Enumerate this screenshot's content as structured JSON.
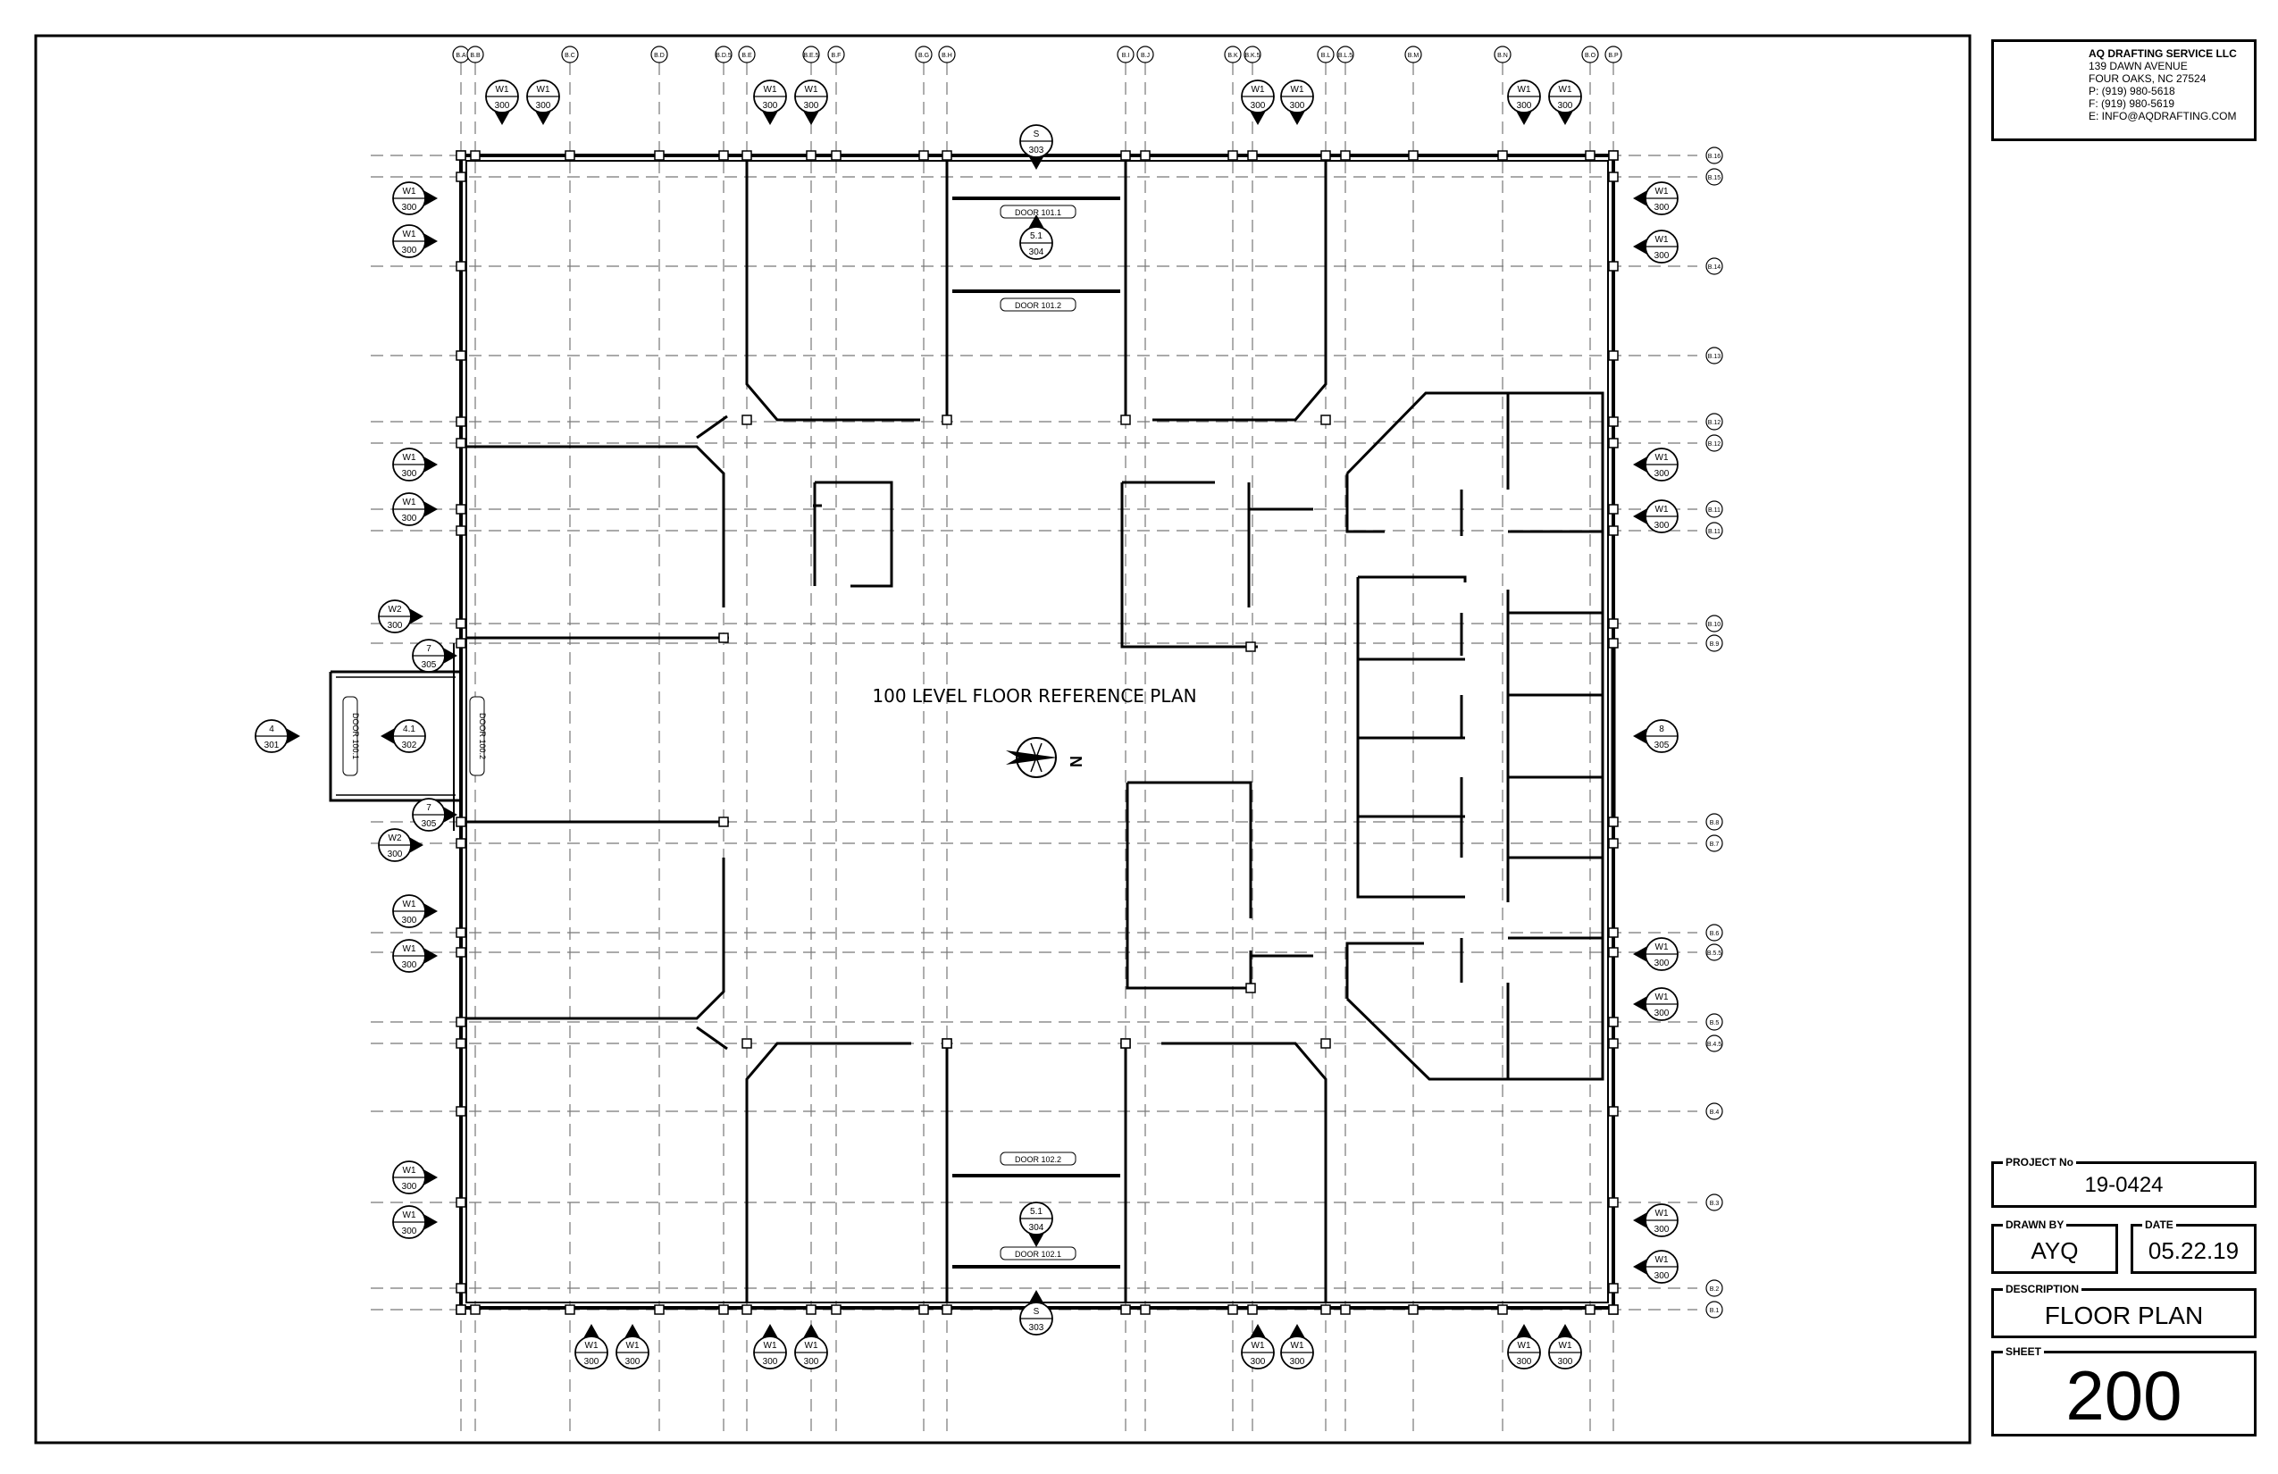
{
  "company": {
    "name": "AQ DRAFTING SERVICE LLC",
    "address1": "139 DAWN AVENUE",
    "address2": "FOUR OAKS, NC  27524",
    "phone": "P: (919) 980-5618",
    "fax": "F: (919) 980-5619",
    "email": "E: INFO@AQDRAFTING.COM"
  },
  "title_block": {
    "project_label": "PROJECT No",
    "project_no": "19-0424",
    "drawn_by_label": "DRAWN BY",
    "drawn_by": "AYQ",
    "date_label": "DATE",
    "date": "05.22.19",
    "description_label": "DESCRIPTION",
    "description": "FLOOR PLAN",
    "sheet_label": "SHEET",
    "sheet": "200"
  },
  "plan": {
    "title": "100 LEVEL FLOOR REFERENCE PLAN",
    "north_label": "N",
    "doors": {
      "d1011": "DOOR 101.1",
      "d1012": "DOOR 101.2",
      "d1001": "DOOR 100.1",
      "d1002": "DOOR 100.2",
      "d1021": "DOOR 102.1",
      "d1022": "DOOR 102.2"
    },
    "grid_labels_top": [
      "B.A",
      "B.B",
      "B.C",
      "B.D",
      "B.D.5",
      "B.E",
      "B.E.5",
      "B.F",
      "B.G",
      "B.H",
      "B.I",
      "B.J",
      "B.K",
      "B.K.5",
      "B.L",
      "B.L.5",
      "B.M",
      "B.N",
      "B.O",
      "B.P"
    ],
    "grid_labels_right": [
      "B.16",
      "B.15",
      "B.14",
      "B.13",
      "B.12",
      "B.12",
      "B.11",
      "B.11",
      "B.10",
      "B.9",
      "B.8",
      "B.7",
      "B.6",
      "B.5.5",
      "B.5",
      "B.4.5",
      "B.4",
      "B.3",
      "B.2",
      "B.1"
    ],
    "section_marks": {
      "w1": "W1",
      "w2": "W2",
      "s": "S",
      "s1": "5.1",
      "s7": "7",
      "s8": "8",
      "s4": "4",
      "s41": "4.1",
      "r300": "300",
      "r301": "301",
      "r302": "302",
      "r303": "303",
      "r304": "304",
      "r305": "305"
    }
  },
  "colors": {
    "line": "#000000",
    "grid": "#777777",
    "logo_blue": "#1f3ea6",
    "logo_gray": "#8a8a8a"
  }
}
